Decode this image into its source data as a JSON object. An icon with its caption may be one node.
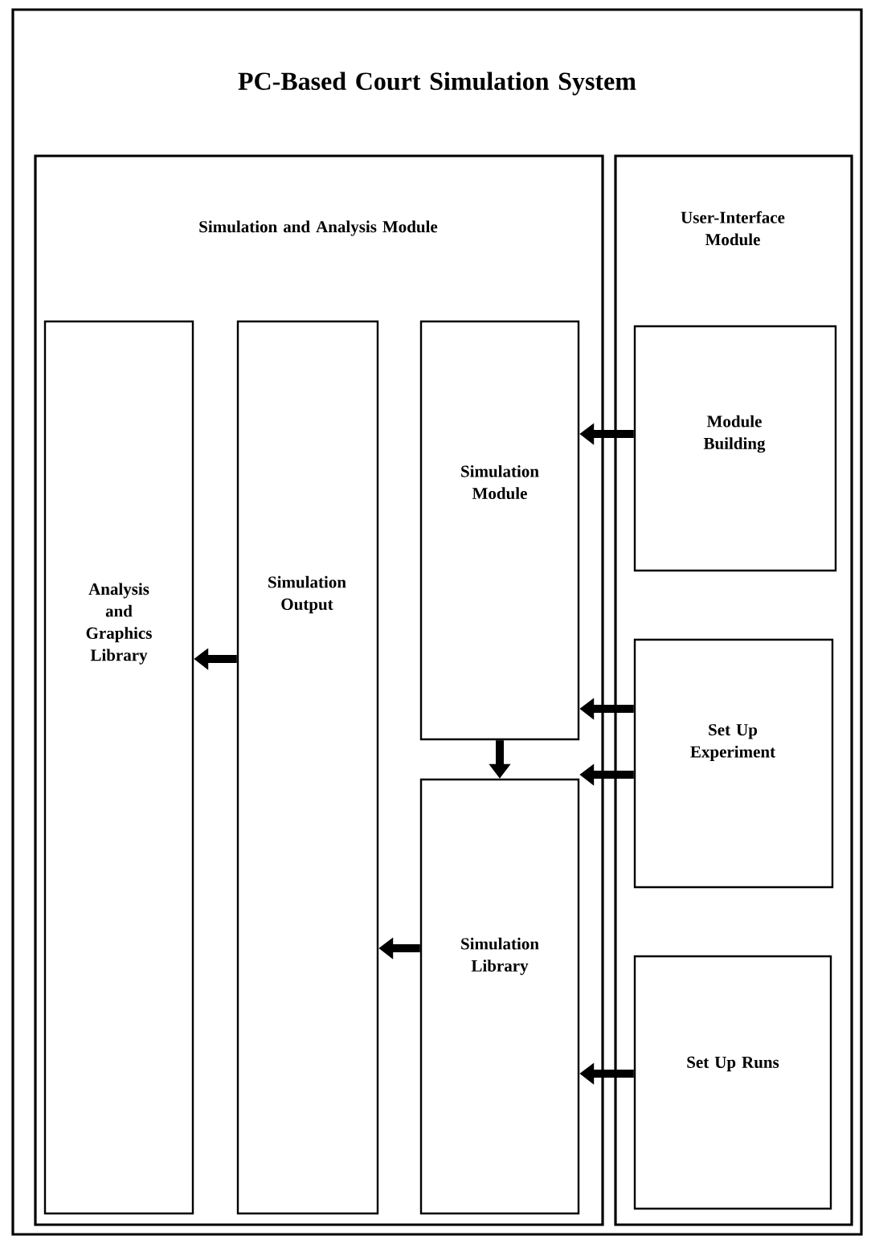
{
  "diagram": {
    "nodes": [
      {
        "text": [
          "PC-Based Court Simulation System"
        ]
      },
      {
        "text": [
          "Simulation and Analysis Module"
        ],
        "in": 0
      },
      {
        "text": [
          "Analysis and Graphics Library"
        ],
        "in": 1
      },
      {
        "text": [
          "Simulation Output"
        ],
        "in": 1
      },
      {
        "text": [
          "Simulation Module"
        ],
        "in": 1
      },
      {
        "text": [
          "Simulation Library"
        ],
        "in": 1
      },
      {
        "text": [
          "User-Interface Module"
        ],
        "in": 0
      },
      {
        "text": [
          "Module Building"
        ],
        "in": 6
      },
      {
        "text": [
          "Set Up Experiment"
        ],
        "in": 6
      },
      {
        "text": [
          "Set Up Runs"
        ],
        "in": 6
      }
    ],
    "edges": [
      {
        "from": 7,
        "to": 4,
        "arrow": "to"
      },
      {
        "from": 8,
        "to": 4,
        "arrow": "to"
      },
      {
        "from": 8,
        "to": 5,
        "arrow": "to"
      },
      {
        "from": 9,
        "to": 5,
        "arrow": "to"
      },
      {
        "from": 4,
        "to": 5,
        "arrow": "to"
      },
      {
        "from": 3,
        "to": 2,
        "arrow": "to"
      },
      {
        "from": 5,
        "to": 3,
        "arrow": "to"
      }
    ]
  }
}
